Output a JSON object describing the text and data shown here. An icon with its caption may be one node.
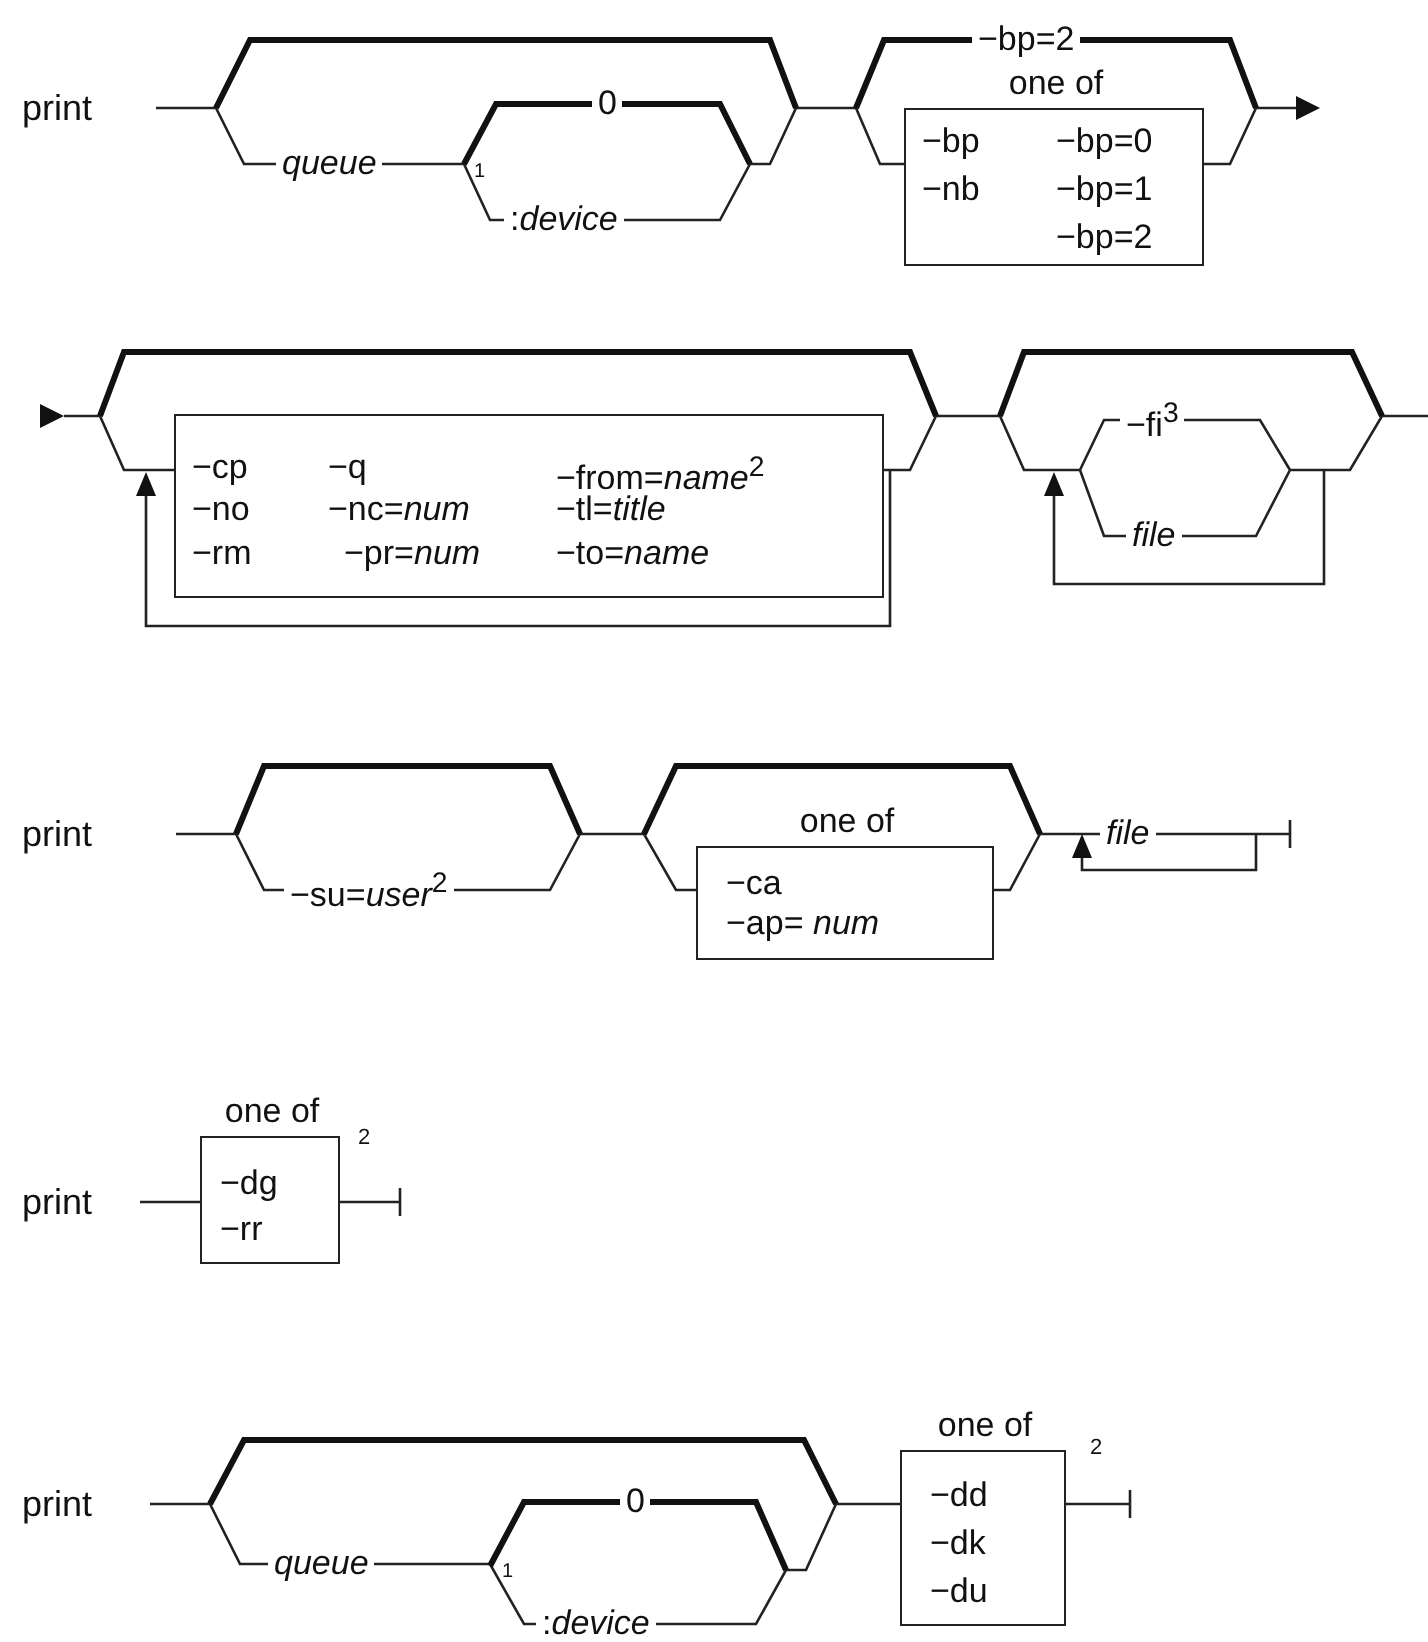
{
  "diagram": {
    "nodes": [
      {
        "text": [
          "one of",
          "−bp",
          "−bp=0",
          "−nb",
          "−bp=1",
          "−bp=2"
        ]
      },
      {
        "text": [
          "−cp",
          "−q",
          "−from=*name*$^{2}$",
          "−no",
          "−nc=*num*",
          "−tl=*title*",
          "−rm",
          "−pr=*num*",
          "−to=*name*"
        ]
      },
      {
        "text": [
          "one of",
          "−ca",
          "−ap= *num*"
        ]
      },
      {
        "text": [
          "one of",
          "−dg",
          "−rr"
        ],
        "beside": [
          "2"
        ]
      },
      {
        "text": [
          "one of",
          "−dd",
          "−dk",
          "−du"
        ],
        "beside": [
          "2"
        ]
      }
    ],
    "labels": [
      "print",
      "−bp=2",
      "0",
      "queue",
      "1",
      ":*device*",
      "−fi$^{3}$",
      "file",
      "print",
      "−su=*user*$^{2}$",
      "file",
      "print",
      "print",
      "0",
      "queue",
      "1",
      ":*device*"
    ]
  }
}
